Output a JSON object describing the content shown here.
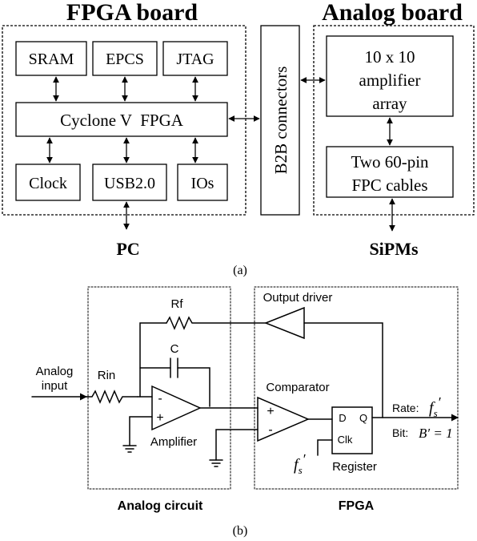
{
  "panel_a": {
    "fpga_board_title": "FPGA board",
    "analog_board_title": "Analog board",
    "sram": "SRAM",
    "epcs": "EPCS",
    "jtag": "JTAG",
    "fpga": "Cyclone V  FPGA",
    "clock": "Clock",
    "usb": "USB2.0",
    "ios": "IOs",
    "b2b": "B2B connectors",
    "amp_line1": "10 x 10",
    "amp_line2": "amplifier",
    "amp_line3": "array",
    "fpc_line1": "Two 60-pin",
    "fpc_line2": "FPC cables",
    "pc": "PC",
    "sipms": "SiPMs",
    "caption": "(a)"
  },
  "panel_b": {
    "rf": "Rf",
    "c": "C",
    "rin": "Rin",
    "analog_input_line1": "Analog",
    "analog_input_line2": "input",
    "amplifier": "Amplifier",
    "output_driver": "Output driver",
    "comparator": "Comparator",
    "minus": "-",
    "plus": "+",
    "d": "D",
    "q": "Q",
    "clk": "Clk",
    "register": "Register",
    "fs_symbol": "f",
    "fs_sub": "s",
    "fs_prime": "′",
    "rate_label": "Rate:",
    "bit_label": "Bit:",
    "bit_expr": "B′ = 1",
    "analog_circuit": "Analog circuit",
    "fpga": "FPGA",
    "caption": "(b)"
  }
}
